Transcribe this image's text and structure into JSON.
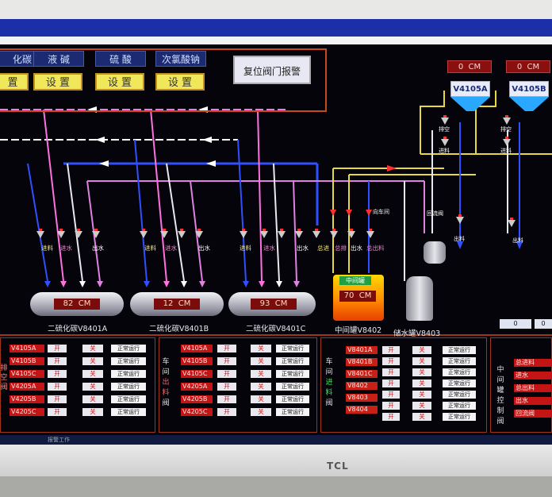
{
  "top_panel": {
    "chemicals": [
      "化碳",
      "液  碱",
      "硫  酸",
      "次氯酸钠"
    ],
    "set_buttons": [
      "置",
      "设  置",
      "设  置",
      "设  置"
    ],
    "reset_button": "复位阀门报警"
  },
  "tanks": {
    "v4105a": {
      "readout": "0",
      "unit": "CM",
      "label": "V4105A"
    },
    "v4105b": {
      "readout": "0",
      "unit": "CM",
      "label": "V4105B"
    },
    "valve_labels": {
      "drain": "排空",
      "feed_a": "进料",
      "drain_b": "排空",
      "feed_b": "进料",
      "out_a": "出料",
      "out_b": "出料"
    }
  },
  "vessels": [
    {
      "readout": "82",
      "unit": "CM",
      "caption": "二硫化碳V8401A"
    },
    {
      "readout": "12",
      "unit": "CM",
      "caption": "二硫化碳V8401B"
    },
    {
      "readout": "93",
      "unit": "CM",
      "caption": "二硫化碳V8401C"
    }
  ],
  "middle_tank": {
    "badge": "中间罐",
    "readout": "70",
    "unit": "CM",
    "caption": "中间罐V8402"
  },
  "storage_tank": {
    "caption": "储水罐V8403",
    "return_label": "回流阀",
    "to_workshop": "向车间"
  },
  "valve_group_labels": {
    "g1": [
      "进料",
      "进水",
      "出水"
    ],
    "g2": [
      "进料",
      "进水",
      "出水"
    ],
    "g3": [
      "进料",
      "进水",
      "出水"
    ],
    "g4": [
      "总进",
      "总排",
      "出水",
      "总出料"
    ]
  },
  "right_boxes": [
    "0",
    "0"
  ],
  "bottom": {
    "side_label": "排空阀",
    "p1": {
      "tags": [
        "V4105A",
        "V4105B",
        "V4105C",
        "V4205A",
        "V4205B",
        "V4205C"
      ],
      "open": [
        "开",
        "开",
        "开",
        "开",
        "开",
        "开"
      ],
      "close": [
        "关",
        "关",
        "关",
        "关",
        "关",
        "关"
      ],
      "status": [
        "正常运行",
        "正常运行",
        "正常运行",
        "正常运行",
        "正常运行",
        "正常运行"
      ]
    },
    "p2_label": [
      "车",
      "间",
      "出",
      "料",
      "阀"
    ],
    "p2": {
      "tags": [
        "V4105A",
        "V4105B",
        "V4105C",
        "V4205A",
        "V4205B",
        "V4205C"
      ],
      "open": [
        "开",
        "开",
        "开",
        "开",
        "开",
        "开"
      ],
      "close": [
        "关",
        "关",
        "关",
        "关",
        "关",
        "关"
      ],
      "status": [
        "正常运行",
        "正常运行",
        "正常运行",
        "正常运行",
        "正常运行",
        "正常运行"
      ]
    },
    "p3_label": [
      "车",
      "间",
      "进",
      "料",
      "阀"
    ],
    "p3": {
      "tags": [
        "V8401A",
        "V8401B",
        "V8401C",
        "V8402",
        "V8403",
        "V8404"
      ],
      "open": [
        "开",
        "开",
        "开",
        "开",
        "开",
        "开",
        "开"
      ],
      "close": [
        "关",
        "关",
        "关",
        "关",
        "关",
        "关",
        "关"
      ],
      "status": [
        "正常运行",
        "正常运行",
        "正常运行",
        "正常运行",
        "正常运行",
        "正常运行",
        "正常运行"
      ]
    },
    "p4_label": [
      "中",
      "间",
      "罐",
      "控",
      "制",
      "阀"
    ],
    "p4_tags": [
      "总进料",
      "进水",
      "总出料",
      "出水",
      "回流阀"
    ]
  },
  "monitor": {
    "brand": "TCL",
    "taskbar": "报警工作"
  }
}
